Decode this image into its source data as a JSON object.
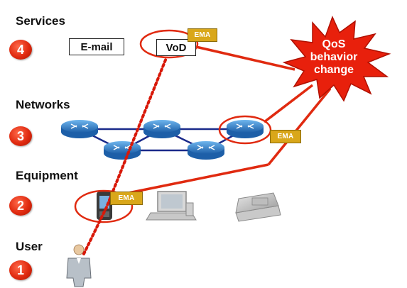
{
  "layers": {
    "services": {
      "label": "Services",
      "number": "4"
    },
    "networks": {
      "label": "Networks",
      "number": "3"
    },
    "equipment": {
      "label": "Equipment",
      "number": "2"
    },
    "user": {
      "label": "User",
      "number": "1"
    }
  },
  "services": {
    "email": "E-mail",
    "vod": "VoD"
  },
  "ema": {
    "services": "EMA",
    "networks": "EMA",
    "equipment": "EMA"
  },
  "callout": {
    "line1": "QoS",
    "line2": "behavior",
    "line3": "change"
  },
  "colors": {
    "accent_red": "#e02a10",
    "ema_gold": "#d9a71a",
    "router_blue": "#3a7fc4",
    "link_navy": "#1a2a8a"
  }
}
